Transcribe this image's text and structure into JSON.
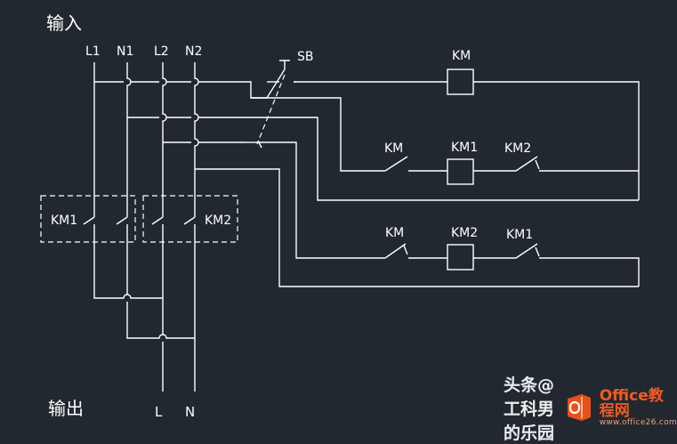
{
  "labels": {
    "input": "输入",
    "output": "输出",
    "L1": "L1",
    "N1": "N1",
    "L2": "L2",
    "N2": "N2",
    "L": "L",
    "N": "N",
    "SB": "SB",
    "KM": "KM",
    "KM1": "KM1",
    "KM2": "KM2"
  },
  "watermark": {
    "text": "头条@工科男的乐园",
    "brand": "Office教程网",
    "url": "www.office26.com"
  },
  "colors": {
    "background": "#222830",
    "line": "#ffffff",
    "logo": "#e8501a"
  }
}
